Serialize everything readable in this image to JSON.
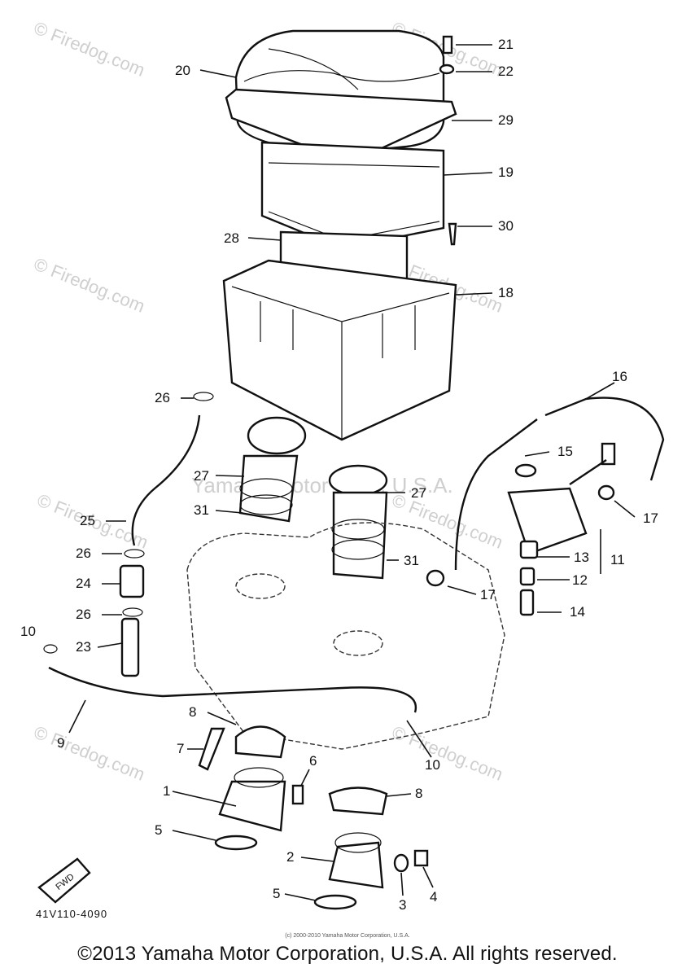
{
  "watermarks": [
    {
      "text": "© Firedog.com"
    },
    {
      "text": "© Firedog.com"
    },
    {
      "text": "© Firedog.com"
    },
    {
      "text": "© Firedog.com"
    },
    {
      "text": "© Firedog.com"
    },
    {
      "text": "© Firedog.com"
    },
    {
      "text": "© Firedog.com"
    },
    {
      "text": "© Firedog.com"
    }
  ],
  "background_watermark": "Yamaha Motor Corp. U.S.A.",
  "fwd_label": "FWD",
  "labels": {
    "l1": "1",
    "l2": "2",
    "l3": "3",
    "l4": "4",
    "l5a": "5",
    "l5b": "5",
    "l6": "6",
    "l7": "7",
    "l8a": "8",
    "l8b": "8",
    "l9": "9",
    "l10a": "10",
    "l10b": "10",
    "l11": "11",
    "l12": "12",
    "l13": "13",
    "l14": "14",
    "l15": "15",
    "l16": "16",
    "l17a": "17",
    "l17b": "17",
    "l18": "18",
    "l19": "19",
    "l20": "20",
    "l21": "21",
    "l22": "22",
    "l23": "23",
    "l24": "24",
    "l25": "25",
    "l26a": "26",
    "l26b": "26",
    "l26c": "26",
    "l27a": "27",
    "l27b": "27",
    "l28": "28",
    "l29": "29",
    "l30": "30",
    "l31a": "31",
    "l31b": "31"
  },
  "catalog_code": "41V110-4090",
  "small_note": "(c) 2000-2010 Yamaha Motor Corporation, U.S.A.",
  "copyright": "©2013 Yamaha Motor Corporation, U.S.A. All rights reserved."
}
